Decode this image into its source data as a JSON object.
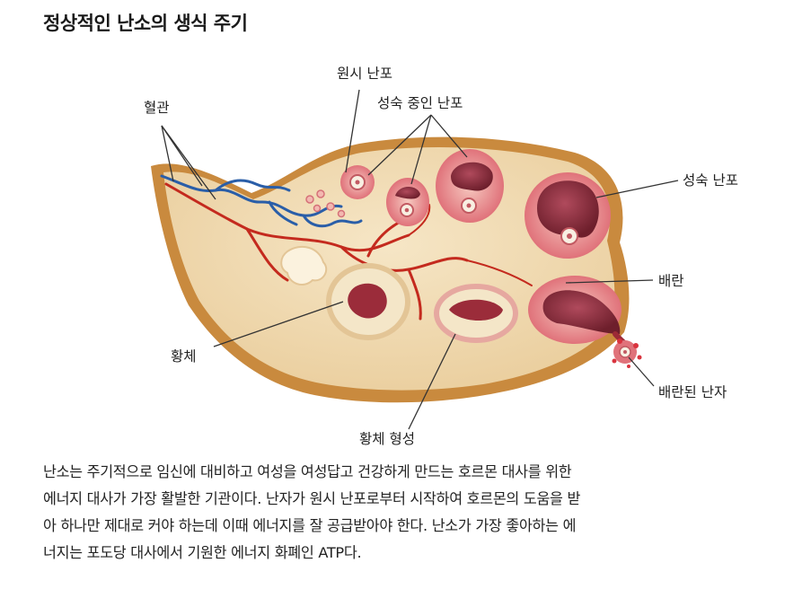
{
  "title": "정상적인 난소의 생식 주기",
  "labels": {
    "blood_vessel": "혈관",
    "primordial_follicle": "원시 난포",
    "maturing_follicle": "성숙 중인 난포",
    "mature_follicle": "성숙 난포",
    "ovulation": "배란",
    "corpus_luteum": "황체",
    "ovulated_egg": "배란된 난자",
    "corpus_luteum_formation": "황체 형성"
  },
  "body": [
    "난소는 주기적으로 임신에 대비하고 여성을 여성답고 건강하게 만드는 호르몬 대사를 위한",
    "에너지 대사가 가장 활발한 기관이다. 난자가 원시 난포로부터 시작하여 호르몬의 도움을 받",
    "아 하나만 제대로 커야 하는데 이때 에너지를 잘 공급받아야 한다. 난소가 가장 좋아하는 에",
    "너지는 포도당 대사에서 기원한 에너지 화폐인 ATP다."
  ],
  "colors": {
    "ovary_tissue": "#f2dcb8",
    "ovary_edge": "#c98a3e",
    "vein": "#2a5ea8",
    "artery": "#c42a1e",
    "follicle": "#e7868b",
    "corpus_luteum": "#f4e6c8"
  }
}
